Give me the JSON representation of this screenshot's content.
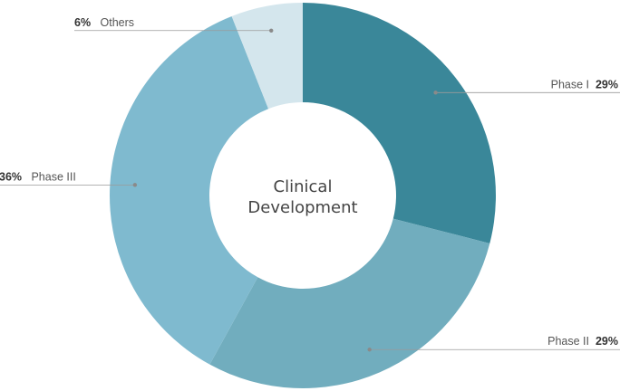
{
  "chart_data": {
    "type": "pie",
    "donut": true,
    "center_label": [
      "Clinical",
      "Development"
    ],
    "slices": [
      {
        "label": "Phase I",
        "value": 29,
        "display": "29%",
        "color": "#3a8799"
      },
      {
        "label": "Phase II",
        "value": 29,
        "display": "29%",
        "color": "#71adbe"
      },
      {
        "label": "Phase III",
        "value": 36,
        "display": "36%",
        "color": "#7fbacf"
      },
      {
        "label": "Others",
        "value": 6,
        "display": "6%",
        "color": "#d4e6ed"
      }
    ],
    "legend": "none"
  }
}
